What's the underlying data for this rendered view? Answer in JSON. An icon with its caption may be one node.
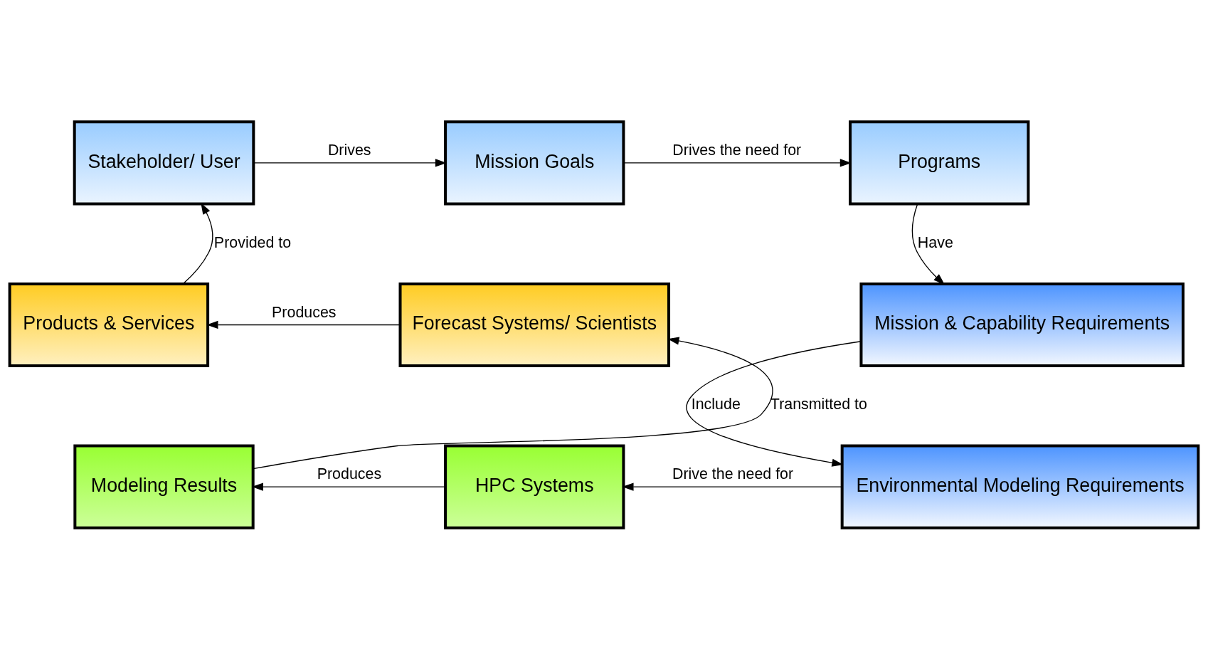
{
  "diagram": {
    "nodes": [
      {
        "text": [
          "Stakeholder/ User"
        ]
      },
      {
        "text": [
          "Mission Goals"
        ]
      },
      {
        "text": [
          "Programs"
        ]
      },
      {
        "text": [
          "Mission & Capability Requirements"
        ]
      },
      {
        "text": [
          "Environmental Modeling Requirements"
        ]
      },
      {
        "text": [
          "HPC Systems"
        ]
      },
      {
        "text": [
          "Modeling Results"
        ]
      },
      {
        "text": [
          "Forecast Systems/ Scientists"
        ]
      },
      {
        "text": [
          "Products & Services"
        ]
      }
    ],
    "edges": [
      {
        "from": 0,
        "to": 1,
        "arrow": "to",
        "label": "Drives"
      },
      {
        "from": 1,
        "to": 2,
        "arrow": "to",
        "label": "Drives the need for"
      },
      {
        "from": 2,
        "to": 3,
        "arrow": "to",
        "label": "Have"
      },
      {
        "from": 3,
        "to": 4,
        "arrow": "to",
        "label": "Include"
      },
      {
        "from": 4,
        "to": 5,
        "arrow": "to",
        "label": "Drive the need for"
      },
      {
        "from": 5,
        "to": 6,
        "arrow": "to",
        "label": "Produces"
      },
      {
        "from": 6,
        "to": 7,
        "arrow": "to",
        "label": "Transmitted to"
      },
      {
        "from": 7,
        "to": 8,
        "arrow": "to",
        "label": "Produces"
      },
      {
        "from": 8,
        "to": 0,
        "arrow": "to",
        "label": "Provided to"
      }
    ]
  }
}
